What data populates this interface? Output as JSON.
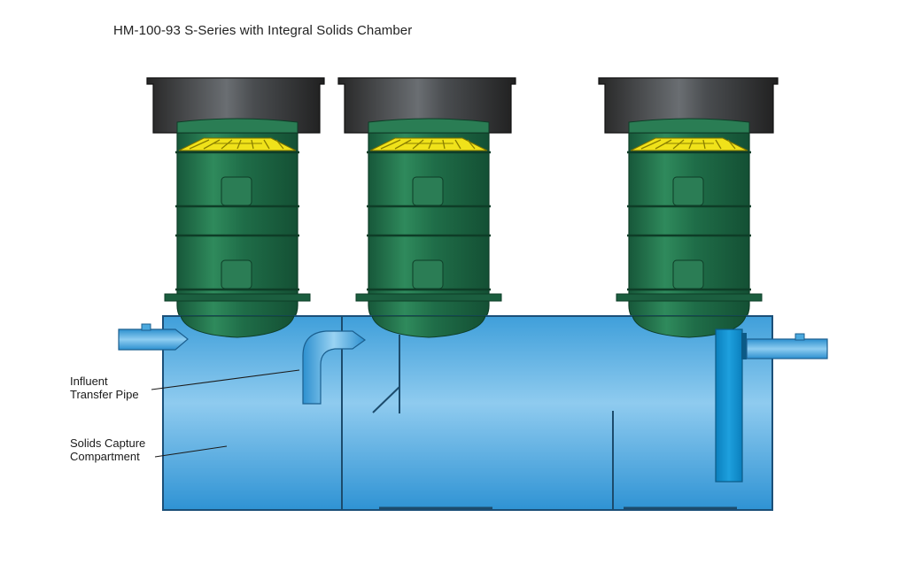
{
  "diagram": {
    "title": "HM-100-93 S-Series with Integral Solids Chamber",
    "callouts": [
      {
        "line1": "Influent",
        "line2": "Transfer Pipe"
      },
      {
        "line1": "Solids Capture",
        "line2": "Compartment"
      }
    ]
  },
  "colors": {
    "tank_body": "#5bb2e6",
    "tank_outline": "#1b4f78",
    "pipe": "#4aa9de",
    "riser_green": "#1f6a45",
    "lid_black": "#2e2e2e",
    "filter_yellow": "#f0e21a",
    "baffle_dark": "#1c4b6c",
    "outlet_blue": "#0f8ccb"
  },
  "icons": [
    "riser-cover-icon",
    "filter-cartridge-icon"
  ]
}
